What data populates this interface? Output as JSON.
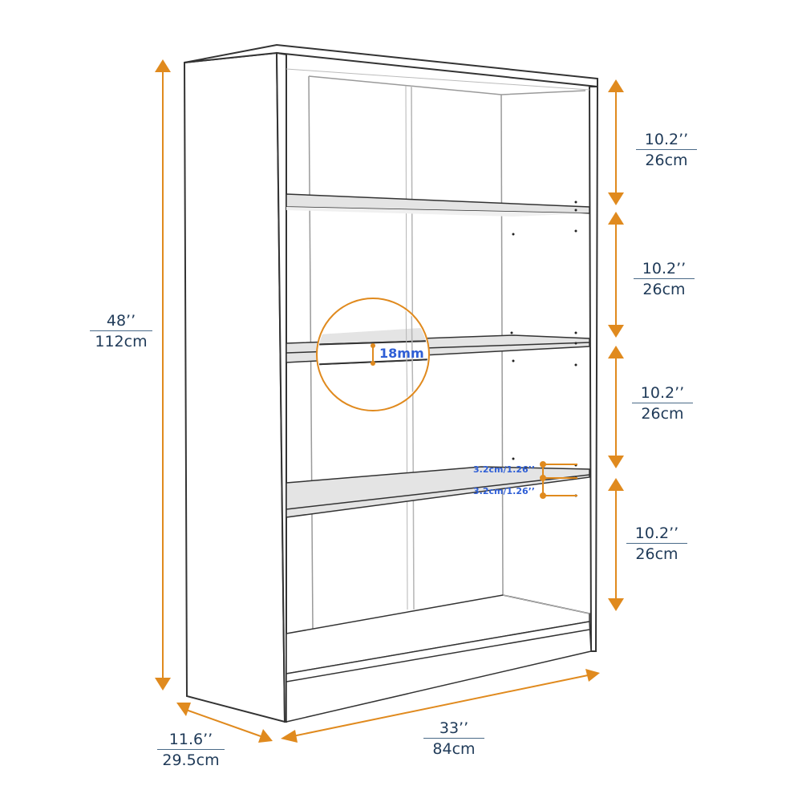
{
  "colors": {
    "accent_orange": "#e08a1e",
    "outline": "#333333",
    "shelf_fill": "#e4e4e4",
    "text_dark": "#1f3a58",
    "text_blue": "#2f5fd6"
  },
  "dimensions": {
    "height": {
      "imperial": "48’’",
      "metric": "112cm"
    },
    "width": {
      "imperial": "33’’",
      "metric": "84cm"
    },
    "depth": {
      "imperial": "11.6’’",
      "metric": "29.5cm"
    },
    "shelf_spacing": [
      {
        "imperial": "10.2’’",
        "metric": "26cm"
      },
      {
        "imperial": "10.2’’",
        "metric": "26cm"
      },
      {
        "imperial": "10.2’’",
        "metric": "26cm"
      },
      {
        "imperial": "10.2’’",
        "metric": "26cm"
      }
    ]
  },
  "details": {
    "board_thickness": "18mm",
    "hole_spacing_upper": "3.2cm/1.26’’",
    "hole_spacing_lower": "3.2cm/1.26’’"
  }
}
